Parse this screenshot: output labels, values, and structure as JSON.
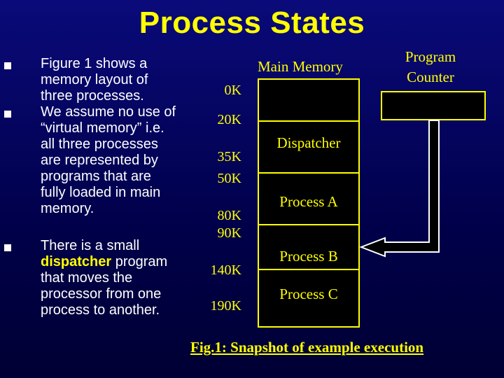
{
  "title": "Process States",
  "bullets": [
    {
      "text": "Figure 1 shows a memory layout of three processes."
    },
    {
      "text": "We assume no use of “virtual memory” i.e. all three processes are represented by programs that are fully loaded in main memory."
    },
    {
      "pre": "There is a small ",
      "emphasis": "dispatcher",
      "post": " program that moves the processor from one process to another."
    }
  ],
  "diagram": {
    "main_memory_label": "Main Memory",
    "program_counter_label": "Program Counter",
    "addresses": [
      "0K",
      "20K",
      "35K",
      "50K",
      "80K",
      "90K",
      "140K",
      "190K"
    ],
    "segments": [
      "Dispatcher",
      "Process A",
      "Process B",
      "Process C"
    ],
    "caption": "Fig.1: Snapshot of example execution"
  },
  "colors": {
    "accent": "#ffff00",
    "text": "#ffffff",
    "box": "#000000"
  }
}
